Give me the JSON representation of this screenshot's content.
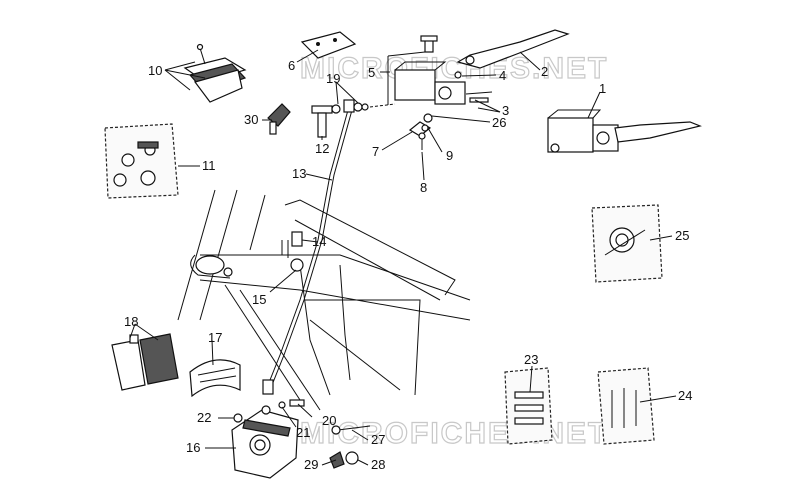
{
  "diagram": {
    "watermarks": [
      "MICROFICHES.NET",
      "MICROFICHES.NET"
    ],
    "callouts": [
      "1",
      "2",
      "3",
      "4",
      "5",
      "6",
      "7",
      "8",
      "9",
      "10",
      "11",
      "12",
      "13",
      "14",
      "15",
      "16",
      "17",
      "18",
      "19",
      "20",
      "21",
      "22",
      "23",
      "24",
      "25",
      "26",
      "27",
      "28",
      "29",
      "30"
    ]
  }
}
